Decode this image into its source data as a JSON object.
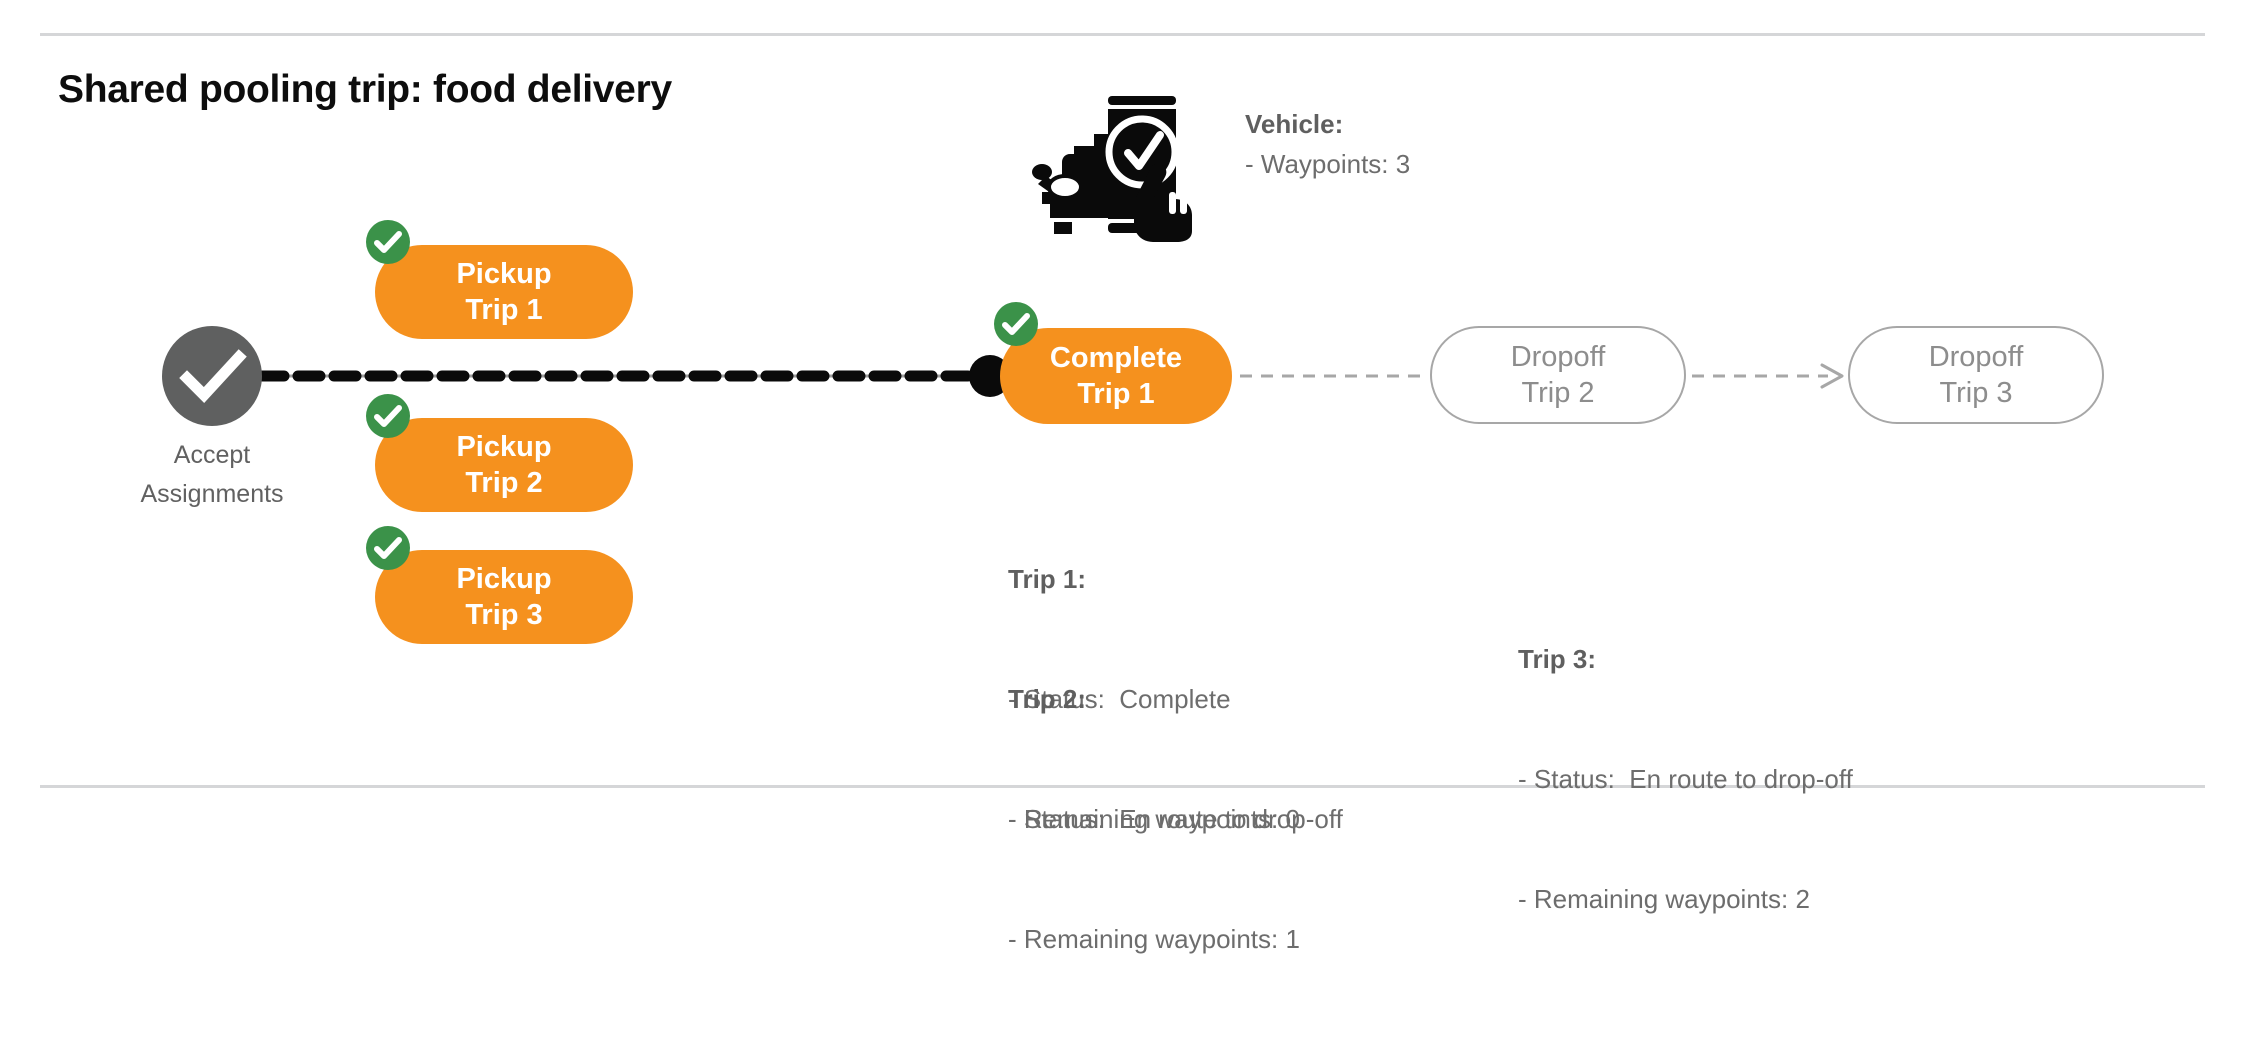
{
  "page": {
    "title": "Shared pooling trip: food delivery",
    "accent_orange": "#F5911E",
    "accent_green": "#3B9249",
    "node_gray": "#5F6060",
    "ghost_gray": "#8D8D8D",
    "divider_gray": "#D5D6D8"
  },
  "start_node": {
    "icon": "check-circle-icon",
    "label_line_1": "Accept",
    "label_line_2": "Assignments"
  },
  "vehicle": {
    "icon": "car-phone-check-icon",
    "heading": "Vehicle:",
    "detail": "- Waypoints: 3"
  },
  "pickups": [
    {
      "action": "Pickup",
      "trip": "Trip 1",
      "badge": "check-badge-icon",
      "state": "done"
    },
    {
      "action": "Pickup",
      "trip": "Trip 2",
      "badge": "check-badge-icon",
      "state": "done"
    },
    {
      "action": "Pickup",
      "trip": "Trip 3",
      "badge": "check-badge-icon",
      "state": "done"
    }
  ],
  "complete": {
    "action": "Complete",
    "trip": "Trip 1",
    "badge": "check-badge-icon",
    "state": "done"
  },
  "dropoffs": [
    {
      "action": "Dropoff",
      "trip": "Trip 2",
      "state": "pending"
    },
    {
      "action": "Dropoff",
      "trip": "Trip 3",
      "state": "pending"
    }
  ],
  "trip_details": [
    {
      "title": "Trip 1:",
      "status": "- Status:  Complete",
      "waypoints": "- Remaining waypoints: 0"
    },
    {
      "title": "Trip 2:",
      "status": "- Status:  En route to drop-off",
      "waypoints": "- Remaining waypoints: 1"
    },
    {
      "title": "Trip 3:",
      "status": "- Status:  En route to drop-off",
      "waypoints": "- Remaining waypoints: 2"
    }
  ]
}
